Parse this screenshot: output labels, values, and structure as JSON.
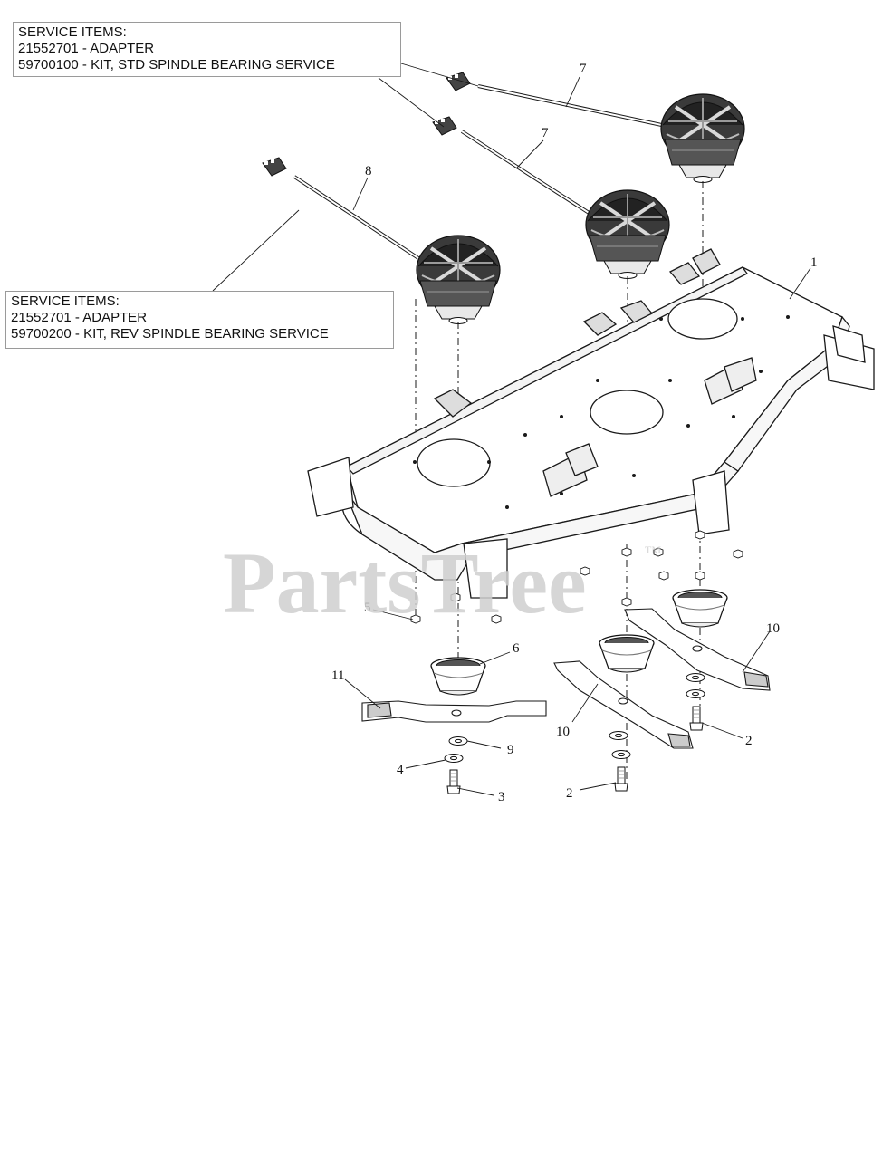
{
  "service_boxes": {
    "top": {
      "heading": "SERVICE ITEMS:",
      "lines": [
        "21552701 - ADAPTER",
        "59700100 - KIT, STD SPINDLE BEARING SERVICE"
      ]
    },
    "left": {
      "heading": "SERVICE ITEMS:",
      "lines": [
        "21552701 - ADAPTER",
        "59700200 - KIT, REV SPINDLE BEARING SERVICE"
      ]
    }
  },
  "callouts": {
    "deck": "1",
    "bolt_right": "2",
    "bolt_center": "2",
    "bolt_left": "3",
    "lock_washer": "4",
    "nut": "5",
    "hub_left": "6",
    "motor_top_cable": "7",
    "motor_center_cable": "7",
    "motor_left_cable": "8",
    "flat_washer": "9",
    "blade_right": "10",
    "blade_center": "10",
    "blade_left": "11"
  },
  "watermark": {
    "text": "PartsTree",
    "trademark": "TM",
    "color": "#cfcfcf"
  },
  "colors": {
    "line": "#1a1a1a",
    "motor_dark": "#2b2b2b",
    "motor_mid": "#6a6a6a",
    "box_border": "#9a9a9a"
  }
}
